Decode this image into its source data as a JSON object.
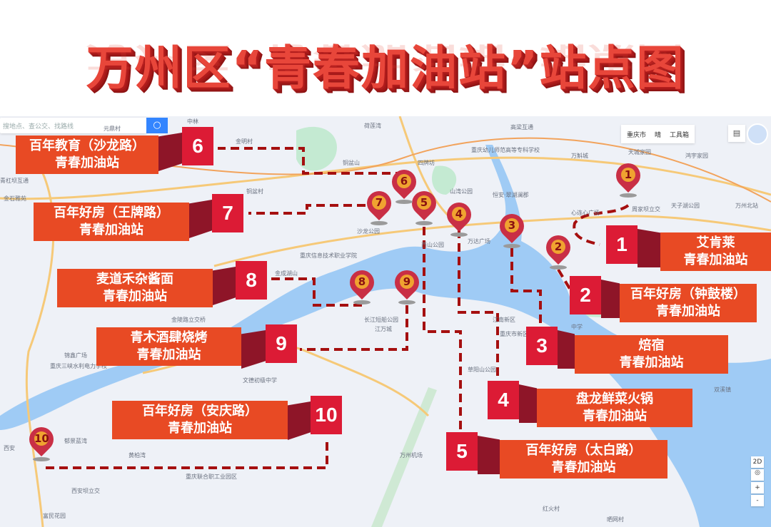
{
  "title": "万州区“青春加油站”站点图",
  "search": {
    "placeholder": "搜地点、查公交、找路线"
  },
  "toolbar": {
    "city": "重庆市",
    "weather": "晴",
    "tools": "工具箱"
  },
  "map_controls": {
    "mode": "2D",
    "zoom_in": "+",
    "zoom_out": "-"
  },
  "places": [
    "元鼎村",
    "中林",
    "金明村",
    "荷莲湾",
    "青杠坝互通",
    "金石雅苑",
    "铜盆村",
    "铜盆山",
    "四牌坊",
    "高梁互通",
    "万斛城",
    "重庆幼儿师范高等专科学校",
    "山湾公园",
    "恒安·翠湖澜郡",
    "天城家园",
    "心连心广场",
    "周家坝立交",
    "天子湖公园",
    "万州北站",
    "鸿宇家园",
    "沙龙公园",
    "西山公园",
    "万达广场",
    "重庆信息技术职业学院",
    "金成湖山",
    "金陵路立交桥",
    "长江短船公园",
    "江万城",
    "锦鑫广场",
    "重庆三峡水利电力学校",
    "文德初级中学",
    "江南新区",
    "草阳山公园",
    "中学",
    "重庆市新区",
    "双溪镇",
    "西安",
    "郁景蓝湾",
    "黄柏湾",
    "万州机场",
    "重庆联合职工业园区",
    "西安坝立交",
    "富民花园",
    "红火村",
    "晒网村"
  ],
  "subtitle_suffix": "青春加油站",
  "stations": [
    {
      "no": "1",
      "name": "艾肯莱",
      "line2": "青春加油站"
    },
    {
      "no": "2",
      "name": "百年好房（钟鼓楼）",
      "line2": "青春加油站"
    },
    {
      "no": "3",
      "name": "焙宿",
      "line2": "青春加油站"
    },
    {
      "no": "4",
      "name": "盘龙鲜菜火锅",
      "line2": "青春加油站"
    },
    {
      "no": "5",
      "name": "百年好房（太白路）",
      "line2": "青春加油站"
    },
    {
      "no": "6",
      "name": "百年教育（沙龙路）",
      "line2": "青春加油站"
    },
    {
      "no": "7",
      "name": "百年好房（王牌路）",
      "line2": "青春加油站"
    },
    {
      "no": "8",
      "name": "麦道禾杂酱面",
      "line2": "青春加油站"
    },
    {
      "no": "9",
      "name": "青木酒肆烧烤",
      "line2": "青春加油站"
    },
    {
      "no": "10",
      "name": "百年好房（安庆路）",
      "line2": "青春加油站"
    }
  ],
  "colors": {
    "label": "#e84a24",
    "number": "#dc1b35",
    "side": "#8e1528",
    "route": "#a50f0f",
    "river": "#9fcbf5"
  }
}
